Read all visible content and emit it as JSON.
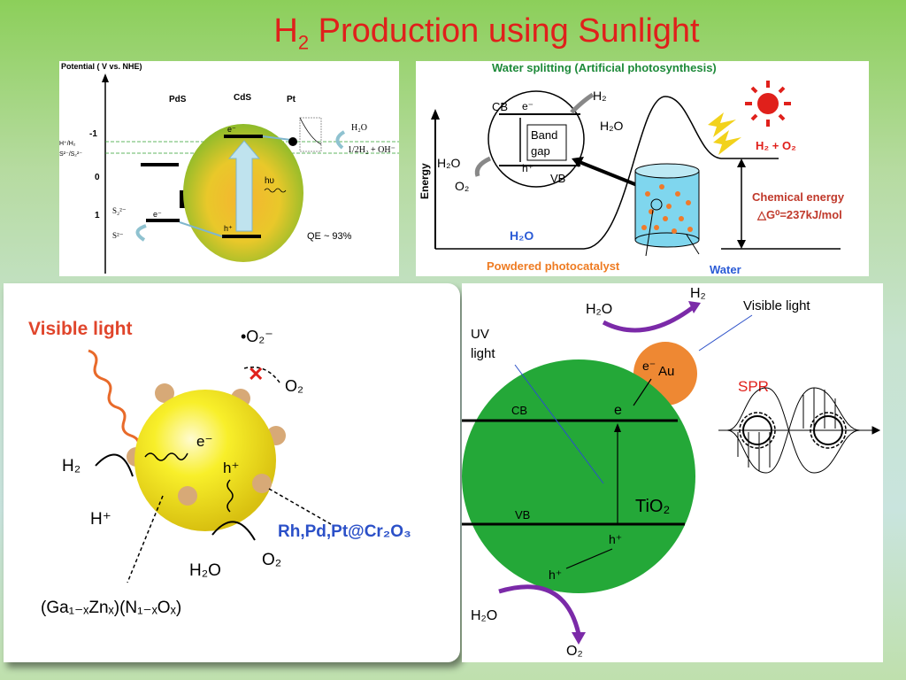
{
  "slide": {
    "title_main": "H",
    "title_sub": "2",
    "title_rest": " Production using Sunlight"
  },
  "panel_a": {
    "axis_label": "Potential ( V vs. NHE)",
    "pds": "PdS",
    "cds": "CdS",
    "pt": "Pt",
    "level_h": "H⁺/H₂",
    "level_s": "S²⁻/S₂²⁻",
    "tick_m1": "-1",
    "tick_0": "0",
    "tick_1": "1",
    "electron": "e⁻",
    "hole": "h⁺",
    "photon": "hυ",
    "h2o": "H₂O",
    "reaction": "1/2H₂ + OH⁻",
    "s22": "S₂²⁻",
    "s2": "S²⁻",
    "electron2": "e⁻",
    "qe": "QE ~ 93%"
  },
  "panel_b": {
    "title": "Water splitting (Artificial photosynthesis)",
    "energy": "Energy",
    "cb": "CB",
    "vb": "VB",
    "band": "Band",
    "gap": "gap",
    "e": "e⁻",
    "h": "h⁺",
    "h2": "H₂",
    "h2o_top": "H₂O",
    "h2o_left": "H₂O",
    "o2": "O₂",
    "h2o_bottom": "H₂O",
    "products": "H₂ + O₂",
    "chem1": "Chemical energy",
    "chem2": "△G⁰=237kJ/mol",
    "powder": "Powdered photocatalyst",
    "water": "Water"
  },
  "panel_c": {
    "visible": "Visible light",
    "o2rad": "•O₂⁻",
    "o2": "O₂",
    "e": "e⁻",
    "h2": "H₂",
    "hplus_left": "H⁺",
    "hplus": "h⁺",
    "cocat": "Rh,Pd,Pt@Cr₂O₃",
    "h2o": "H₂O",
    "o2b": "O₂",
    "formula": "(Ga₁₋ₓZnₓ)(N₁₋ₓOₓ)"
  },
  "panel_d": {
    "h2o_top": "H₂O",
    "h2": "H₂",
    "visible": "Visible light",
    "uv1": "UV",
    "uv2": "light",
    "au": "Au",
    "e_au": "e⁻",
    "spr": "SPR",
    "cb": "CB",
    "e": "e",
    "vb": "VB",
    "tio2": "TiO₂",
    "h1": "h⁺",
    "h2b": "h⁺",
    "h2o_bottom": "H₂O",
    "o2": "O₂"
  }
}
